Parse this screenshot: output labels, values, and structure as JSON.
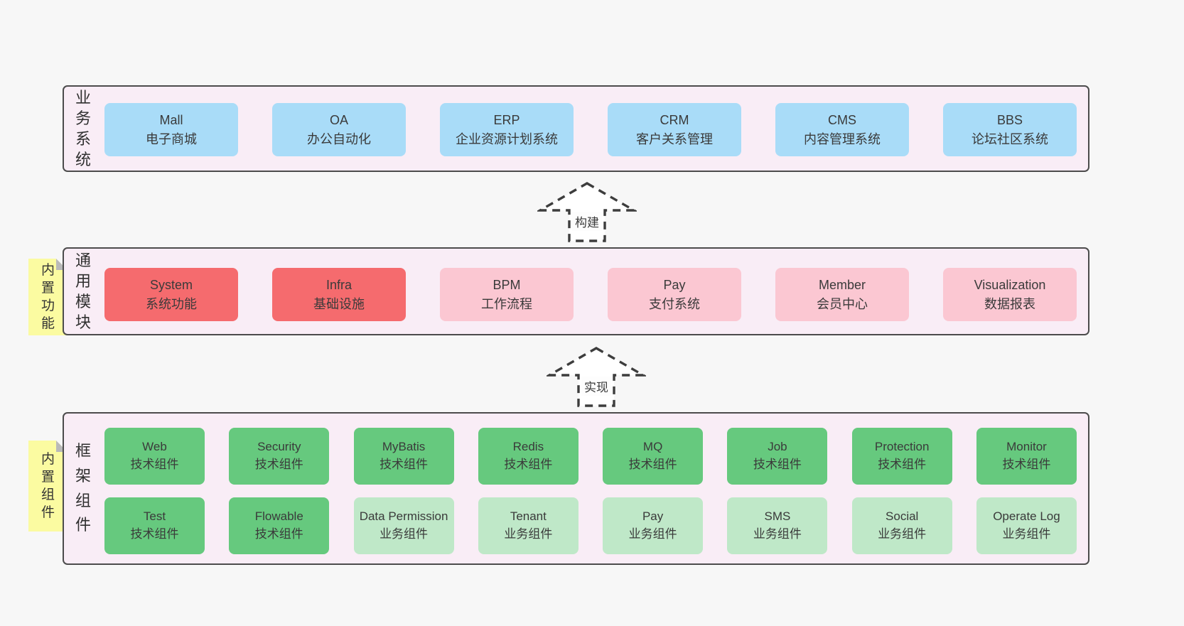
{
  "colors": {
    "page_bg": "#f7f7f7",
    "panel_bg": "#f9edf6",
    "panel_border": "#4c4c4c",
    "blue": "#a9dcf8",
    "red": "#f56b6e",
    "pink": "#fbc7d2",
    "green": "#66c97e",
    "light_green": "#bfe8c8",
    "note_yellow": "#fbfba1",
    "text": "#3a3a3a"
  },
  "arrows": [
    {
      "label": "构建"
    },
    {
      "label": "实现"
    }
  ],
  "layers": [
    {
      "side_label": "业务系统",
      "boxes": [
        {
          "title": "Mall",
          "subtitle": "电子商城"
        },
        {
          "title": "OA",
          "subtitle": "办公自动化"
        },
        {
          "title": "ERP",
          "subtitle": "企业资源计划系统"
        },
        {
          "title": "CRM",
          "subtitle": "客户关系管理"
        },
        {
          "title": "CMS",
          "subtitle": "内容管理系统"
        },
        {
          "title": "BBS",
          "subtitle": "论坛社区系统"
        }
      ]
    },
    {
      "side_label": "通用模块",
      "note": "内置功能",
      "boxes": [
        {
          "title": "System",
          "subtitle": "系统功能"
        },
        {
          "title": "Infra",
          "subtitle": "基础设施"
        },
        {
          "title": "BPM",
          "subtitle": "工作流程"
        },
        {
          "title": "Pay",
          "subtitle": "支付系统"
        },
        {
          "title": "Member",
          "subtitle": "会员中心"
        },
        {
          "title": "Visualization",
          "subtitle": "数据报表"
        }
      ]
    },
    {
      "side_label": "框架组件",
      "note": "内置组件",
      "rows": [
        [
          {
            "title": "Web",
            "subtitle": "技术组件"
          },
          {
            "title": "Security",
            "subtitle": "技术组件"
          },
          {
            "title": "MyBatis",
            "subtitle": "技术组件"
          },
          {
            "title": "Redis",
            "subtitle": "技术组件"
          },
          {
            "title": "MQ",
            "subtitle": "技术组件"
          },
          {
            "title": "Job",
            "subtitle": "技术组件"
          },
          {
            "title": "Protection",
            "subtitle": "技术组件"
          },
          {
            "title": "Monitor",
            "subtitle": "技术组件"
          }
        ],
        [
          {
            "title": "Test",
            "subtitle": "技术组件"
          },
          {
            "title": "Flowable",
            "subtitle": "技术组件"
          },
          {
            "title": "Data Permission",
            "subtitle": "业务组件"
          },
          {
            "title": "Tenant",
            "subtitle": "业务组件"
          },
          {
            "title": "Pay",
            "subtitle": "业务组件"
          },
          {
            "title": "SMS",
            "subtitle": "业务组件"
          },
          {
            "title": "Social",
            "subtitle": "业务组件"
          },
          {
            "title": "Operate Log",
            "subtitle": "业务组件"
          }
        ]
      ]
    }
  ]
}
